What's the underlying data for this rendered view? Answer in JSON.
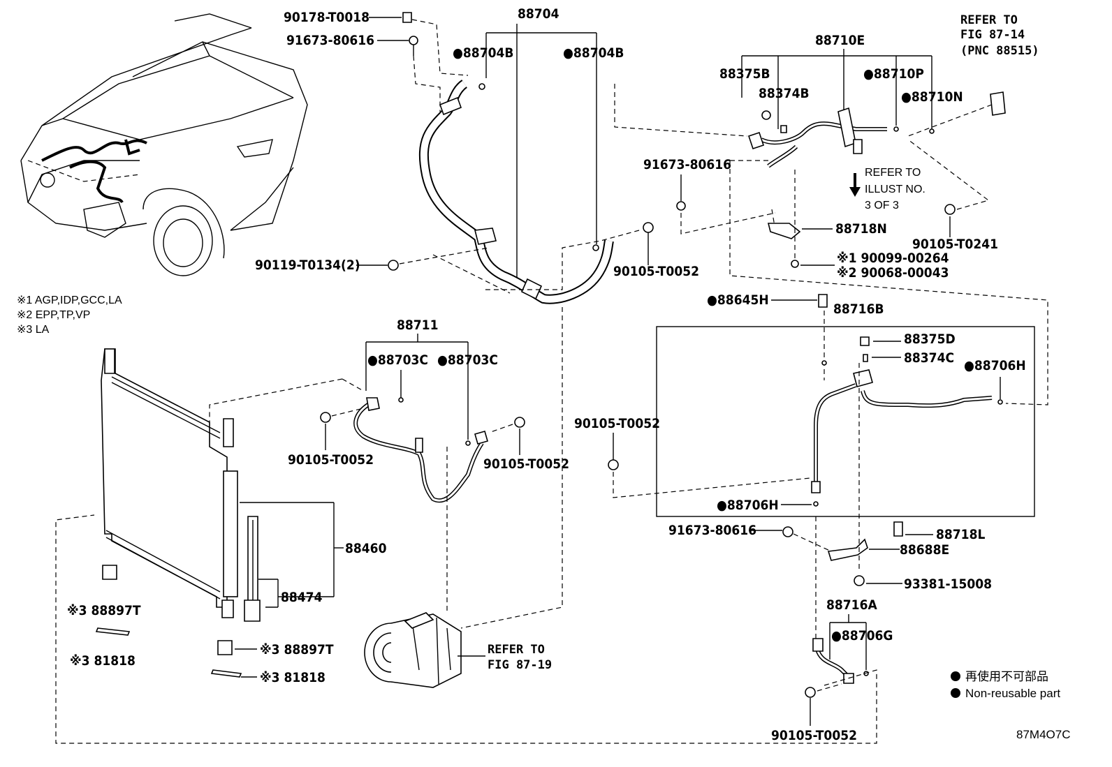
{
  "notes": [
    "※1 AGP,IDP,GCC,LA",
    "※2 EPP,TP,VP",
    "※3 LA"
  ],
  "labels": {
    "p90178": "90178-T0018",
    "p91673_a": "91673-80616",
    "p88704": "88704",
    "p88704b_l": "●88704B",
    "p88704b_r": "●88704B",
    "p90119": "90119-T0134(2)",
    "p90105_a": "90105-T0052",
    "p88710e": "88710E",
    "p88375b": "88375B",
    "p88374b": "88374B",
    "p88710p": "●88710P",
    "p88710n": "●88710N",
    "p91673_b": "91673-80616",
    "p88718n": "88718N",
    "p90099": "※1 90099-00264",
    "p90068": "※2 90068-00043",
    "p90105_t0241": "90105-T0241",
    "p88645h": "●88645H",
    "p88716b": "88716B",
    "p88375d": "88375D",
    "p88374c": "88374C",
    "p88706h_r": "●88706H",
    "p90105_b": "90105-T0052",
    "p88706h_l": "●88706H",
    "p91673_c": "91673-80616",
    "p88718l": "88718L",
    "p88688e": "88688E",
    "p93381": "93381-15008",
    "p88716a": "88716A",
    "p88706g": "●88706G",
    "p90105_c": "90105-T0052",
    "p88711": "88711",
    "p88703c_l": "●88703C",
    "p88703c_r": "●88703C",
    "p90105_d": "90105-T0052",
    "p90105_e": "90105-T0052",
    "p88460": "88460",
    "p88474": "88474",
    "p88897t_l": "※3 88897T",
    "p81818_l": "※3 81818",
    "p88897t_r": "※3 88897T",
    "p81818_r": "※3 81818"
  },
  "refs": {
    "fig_87_14_line1": "REFER TO",
    "fig_87_14_line2": "FIG 87-14",
    "fig_87_14_line3": "(PNC 88515)",
    "illust_line1": "REFER TO",
    "illust_line2": "ILLUST NO.",
    "illust_line3": "3 OF 3",
    "fig_87_19_line1": "REFER TO",
    "fig_87_19_line2": "FIG 87-19"
  },
  "legend": {
    "japanese": "再使用不可部品",
    "english": "Non-reusable part"
  },
  "figure_code": "87M4O7C"
}
